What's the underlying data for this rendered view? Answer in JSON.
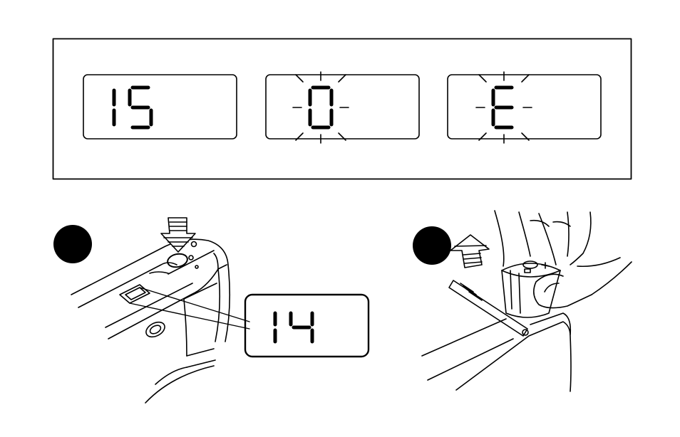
{
  "displays_panel": {
    "lcd_1": {
      "digits": "15",
      "blinking": false
    },
    "lcd_2": {
      "digits": "0",
      "blinking": true
    },
    "lcd_3": {
      "digits": "E",
      "blinking": true
    }
  },
  "step_1": {
    "lcd_callout": {
      "digits": "14"
    },
    "action": "press-down-arrow-icon"
  },
  "step_2": {
    "action": "lift-up-arrow-icon"
  },
  "colors": {
    "ink": "#000000",
    "paper": "#ffffff"
  }
}
